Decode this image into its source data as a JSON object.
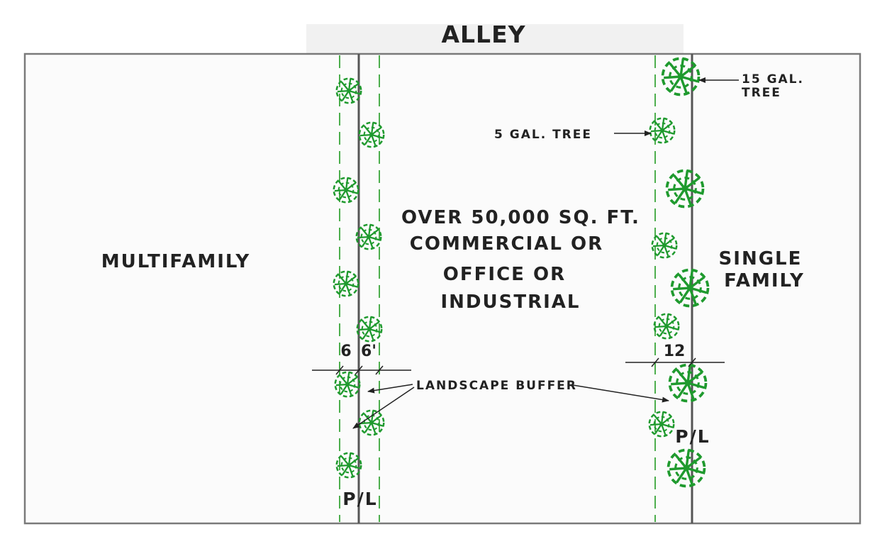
{
  "alley_label": "ALLEY",
  "zones": {
    "left": "MULTIFAMILY",
    "center": [
      "OVER 50,000 SQ. FT.",
      "COMMERCIAL OR",
      "OFFICE OR",
      "INDUSTRIAL"
    ],
    "right": [
      "SINGLE",
      "FAMILY"
    ]
  },
  "annotations": {
    "tree_15": [
      "15 GAL.",
      "TREE"
    ],
    "tree_5": "5 GAL. TREE",
    "buffer": "LANDSCAPE BUFFER"
  },
  "dimensions": {
    "left_a": "6",
    "left_b": "6'",
    "right": "12"
  },
  "property_line": "P/L",
  "colors": {
    "line": "#555555",
    "text": "#222222",
    "buffer_dash": "#3aa53a",
    "tree": "#1f9a2e",
    "alley_bg": "#f1f1f1",
    "zone_bg": "#fbfbfb"
  }
}
